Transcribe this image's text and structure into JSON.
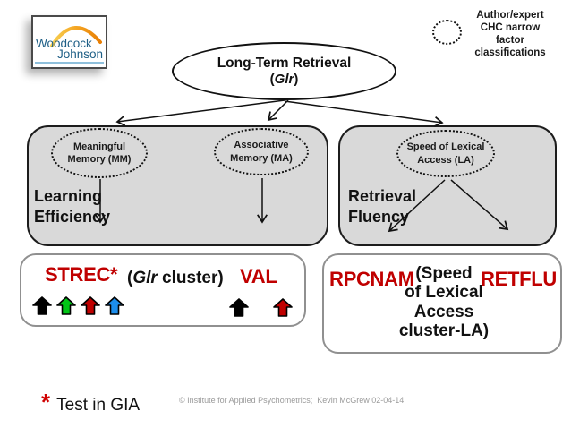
{
  "logo": {
    "line1": "Woodcock",
    "line2": "Johnson"
  },
  "annotation": {
    "label": "Author/expert\nCHC narrow\nfactor\nclassifications"
  },
  "root_node": {
    "title": "Long-Term Retrieval",
    "paren_open": "(",
    "factor_code": "Glr",
    "paren_close": ")"
  },
  "left_box": {
    "factor1": "Meaningful\nMemory (MM)",
    "factor2": "Associative\nMemory (MA)",
    "label": "Learning\nEfficiency"
  },
  "right_box": {
    "factor": "Speed of Lexical\nAccess (LA)",
    "label": "Retrieval\nFluency"
  },
  "glr_cluster_box": {
    "test1": "STREC*",
    "cluster_open": "(",
    "cluster_italic": "Glr",
    "cluster_rest": " cluster)",
    "test2": "VAL",
    "test1_arrow_colors": [
      "#000000",
      "#00C515",
      "#C00000",
      "#1C8DEB"
    ],
    "test2_arrow_colors": [
      "#000000",
      "#C00000"
    ]
  },
  "la_cluster_box": {
    "test1": "RPCNAM",
    "label": "(Speed\nof Lexical\nAccess\ncluster-LA)",
    "test2": "RETFLU"
  },
  "footer": {
    "asterisk": "*",
    "note": "Test in GIA",
    "copyright": "© Institute for Applied Psychometrics;  Kevin McGrew 02-04-14"
  },
  "colors": {
    "test_red": "#C00000",
    "box_gray": "#D9D9D9",
    "logo_blue": "#1E5F86",
    "logo_orange": "#F08C00"
  }
}
